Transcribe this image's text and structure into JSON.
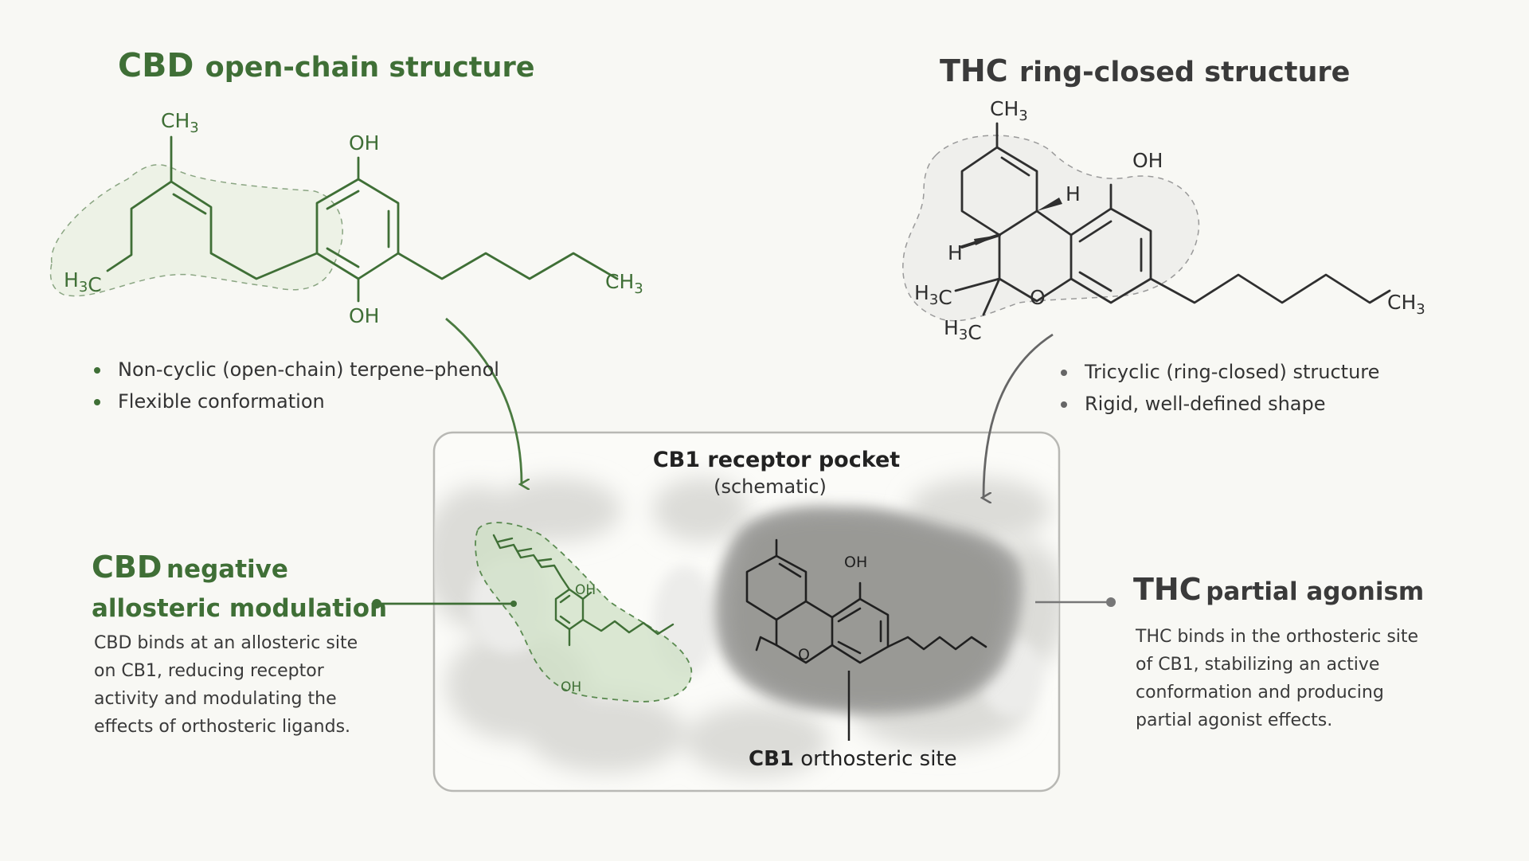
{
  "cbd": {
    "title_big": "CBD",
    "title_rest": "open-chain structure",
    "bullets": [
      "Non-cyclic (open-chain) terpene–phenol",
      "Flexible conformation"
    ],
    "effect_big": "CBD",
    "effect_line1_rest": "negative",
    "effect_line2": "allosteric modulation",
    "effect_desc": [
      "CBD binds at an allosteric site",
      "on CB1, reducing receptor",
      "activity and modulating the",
      "effects of orthosteric ligands."
    ],
    "atoms": {
      "ch3_top": "CH3",
      "oh_top": "OH",
      "oh_bottom": "OH",
      "h3c": "H3C",
      "ch3_tail": "CH3"
    }
  },
  "thc": {
    "title_big": "THC",
    "title_rest": "ring-closed structure",
    "bullets": [
      "Tricyclic (ring-closed) structure",
      "Rigid, well-defined shape"
    ],
    "effect_big": "THC",
    "effect_rest": "partial agonism",
    "effect_desc": [
      "THC binds in the orthosteric site",
      "of CB1, stabilizing an active",
      "conformation and producing",
      "partial agonist effects."
    ],
    "atoms": {
      "ch3_top": "CH3",
      "oh": "OH",
      "h_upper": "H",
      "h_left": "H",
      "o_ring": "O",
      "h3c_a": "H3C",
      "h3c_b": "H3C",
      "ch3_tail": "CH3"
    }
  },
  "pocket": {
    "title": "CB1 receptor pocket",
    "subtitle": "(schematic)",
    "site_label_bold": "CB1",
    "site_label_rest": "orthosteric site",
    "atoms": {
      "cbd_oh_top": "OH",
      "cbd_oh_bottom": "OH",
      "thc_oh": "OH",
      "thc_o": "O"
    }
  },
  "colors": {
    "cbd_green": "#3f6f36",
    "thc_gray": "#3a3a3a",
    "background": "#f8f8f4"
  }
}
